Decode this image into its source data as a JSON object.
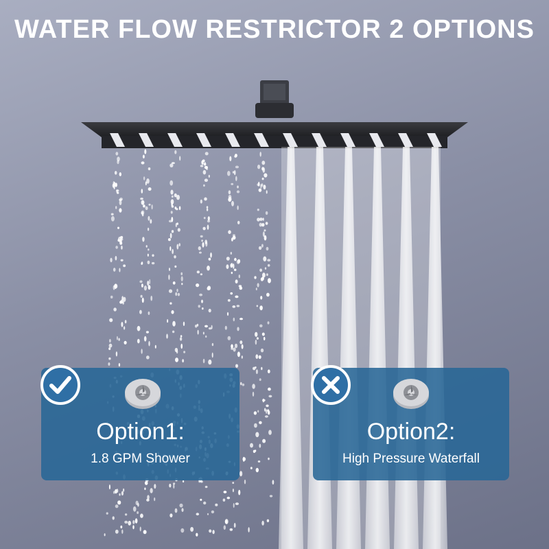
{
  "title": "WATER FLOW RESTRICTOR 2 OPTIONS",
  "options": [
    {
      "heading": "Option1:",
      "description": "1.8 GPM Shower",
      "icon": "check-icon"
    },
    {
      "heading": "Option2:",
      "description": "High Pressure Waterfall",
      "icon": "cross-icon"
    }
  ],
  "colors": {
    "panel": "#2866a0",
    "badge": "#2f6fa5",
    "text": "#ffffff",
    "shower_head": "#2b2c30"
  }
}
